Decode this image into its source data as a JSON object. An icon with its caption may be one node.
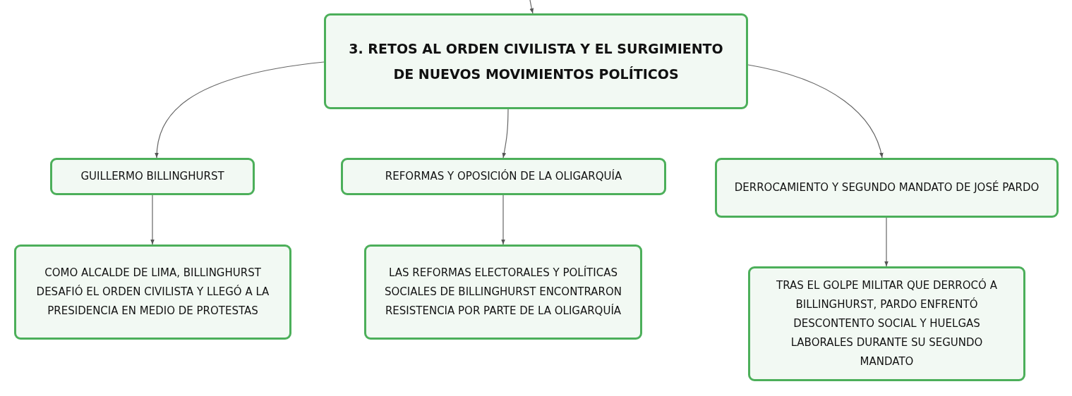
{
  "diagram": {
    "nodes": [
      {
        "text": [
          "3. RETOS AL ORDEN CIVILISTA Y EL SURGIMIENTO DE NUEVOS MOVIMIENTOS POLÍTICOS"
        ]
      },
      {
        "text": [
          "GUILLERMO BILLINGHURST"
        ]
      },
      {
        "text": [
          "REFORMAS Y OPOSICIÓN DE LA OLIGARQUÍA"
        ]
      },
      {
        "text": [
          "DERROCAMIENTO Y SEGUNDO MANDATO DE JOSÉ PARDO"
        ]
      },
      {
        "text": [
          "COMO ALCALDE DE LIMA, BILLINGHURST DESAFIÓ EL ORDEN CIVILISTA Y LLEGÓ A LA PRESIDENCIA EN MEDIO DE PROTESTAS"
        ]
      },
      {
        "text": [
          "LAS REFORMAS ELECTORALES Y POLÍTICAS SOCIALES DE BILLINGHURST ENCONTRARON RESISTENCIA POR PARTE DE LA OLIGARQUÍA"
        ]
      },
      {
        "text": [
          "TRAS EL GOLPE MILITAR QUE DERROCÓ A BILLINGHURST, PARDO ENFRENTÓ DESCONTENTO SOCIAL Y HUELGAS LABORALES DURANTE SU SEGUNDO MANDATO"
        ]
      }
    ],
    "edges": [
      {
        "from": null,
        "to": 0,
        "arrow": "to"
      },
      {
        "from": 0,
        "to": 1,
        "arrow": "to"
      },
      {
        "from": 0,
        "to": 2,
        "arrow": "to"
      },
      {
        "from": 0,
        "to": 3,
        "arrow": "to"
      },
      {
        "from": 1,
        "to": 4,
        "arrow": "to"
      },
      {
        "from": 2,
        "to": 5,
        "arrow": "to"
      },
      {
        "from": 3,
        "to": 6,
        "arrow": "to"
      }
    ]
  }
}
